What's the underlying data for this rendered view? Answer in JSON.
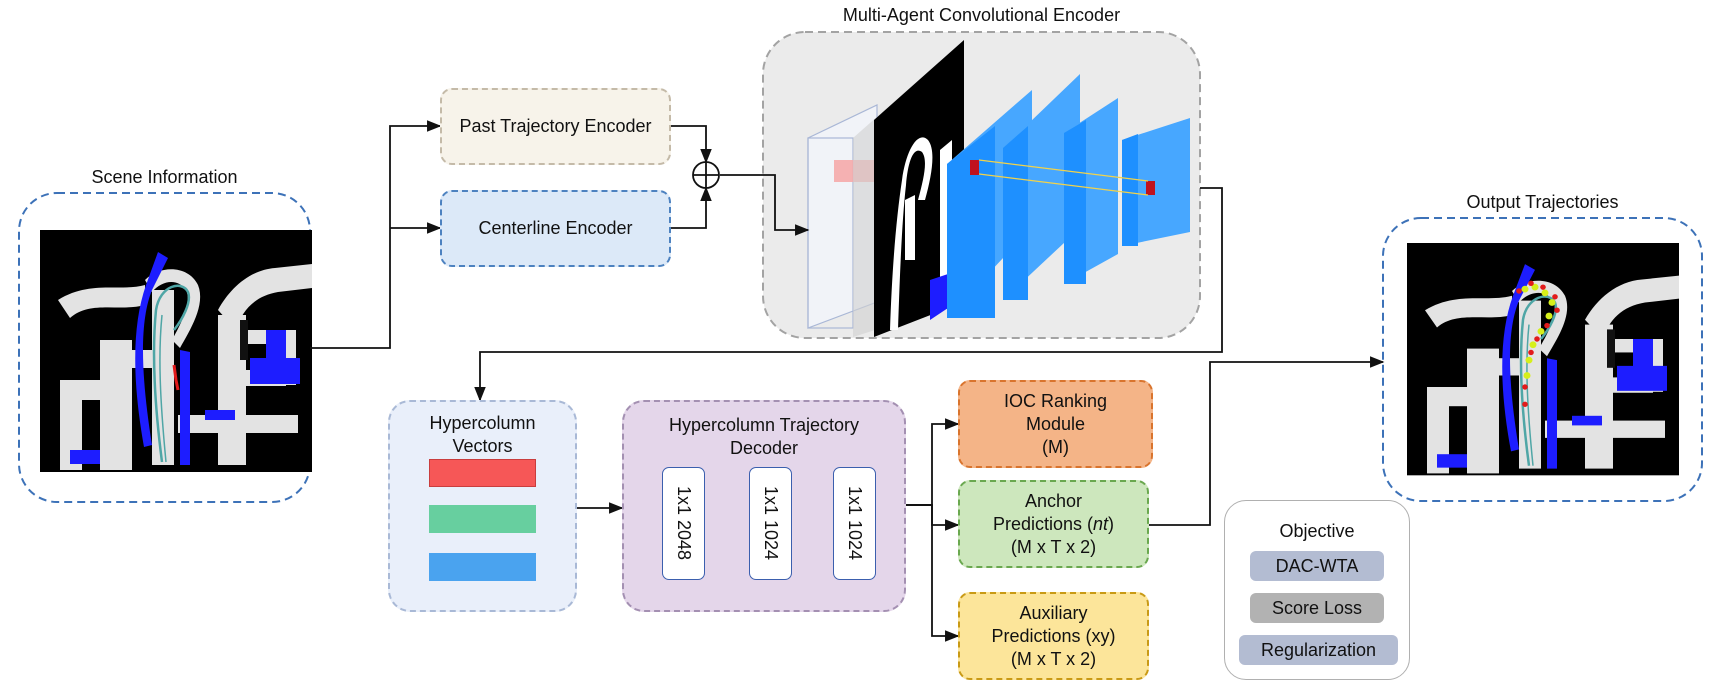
{
  "titles": {
    "scene": "Scene Information",
    "encoder": "Multi-Agent Convolutional Encoder",
    "output": "Output Trajectories"
  },
  "encoders": {
    "past_trajectory": "Past Trajectory Encoder",
    "centerline": "Centerline Encoder"
  },
  "hypercolumn": {
    "title_line1": "Hypercolumn",
    "title_line2": "Vectors",
    "vector_colors": [
      "#f65757",
      "#67cf9f",
      "#4aa3ef"
    ]
  },
  "decoder": {
    "title_line1": "Hypercolumn Trajectory",
    "title_line2": "Decoder",
    "blocks": [
      "1x1 2048",
      "1x1 1024",
      "1x1 1024"
    ]
  },
  "heads": {
    "ioc": {
      "line1": "IOC Ranking",
      "line2": "Module",
      "line3": "(M)"
    },
    "anchor": {
      "line1": "Anchor",
      "line2_prefix": "Predictions (",
      "line2_italic": "nt",
      "line2_suffix": ")",
      "line3": "(M x T x 2)"
    },
    "auxiliary": {
      "line1": "Auxiliary",
      "line2": "Predictions (xy)",
      "line3": "(M x T x 2)"
    }
  },
  "objective": {
    "title": "Objective",
    "items": [
      "DAC-WTA",
      "Score Loss",
      "Regularization"
    ]
  },
  "colors": {
    "scene_border": "#3d72b8",
    "road": "#e3e3e3",
    "lane_blue": "#1d1dff",
    "trajectory_teal": "#4fa6a6",
    "cnn_blue": "#1e90ff",
    "pred_red": "#e21b1b",
    "pred_yellow": "#d6ef1a"
  }
}
